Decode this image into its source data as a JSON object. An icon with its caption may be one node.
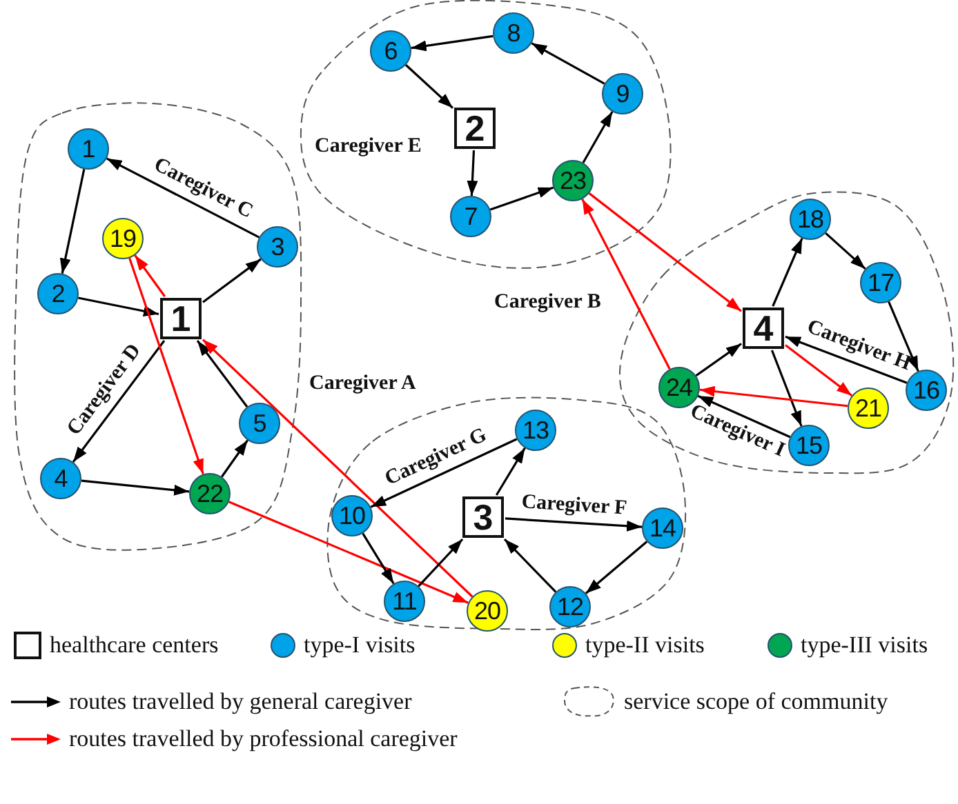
{
  "diagram": {
    "nodes": [
      {
        "text": [],
        "shape": "blob"
      },
      {
        "text": [
          "1"
        ],
        "in": 0
      },
      {
        "text": [
          "19"
        ],
        "in": 0
      },
      {
        "text": [
          "3"
        ],
        "in": 0
      },
      {
        "text": [
          "2"
        ],
        "in": 0
      },
      {
        "text": [
          "1"
        ],
        "in": 0
      },
      {
        "text": [
          "5"
        ],
        "in": 0
      },
      {
        "text": [
          "4"
        ],
        "in": 0
      },
      {
        "text": [
          "22"
        ],
        "in": 0
      },
      {
        "text": [],
        "shape": "blob"
      },
      {
        "text": [
          "6"
        ],
        "in": 9
      },
      {
        "text": [
          "8"
        ],
        "in": 9
      },
      {
        "text": [
          "2"
        ],
        "in": 9
      },
      {
        "text": [
          "9"
        ],
        "in": 9
      },
      {
        "text": [
          "23"
        ],
        "in": 9
      },
      {
        "text": [
          "7"
        ],
        "in": 9
      },
      {
        "text": [],
        "shape": "blob"
      },
      {
        "text": [
          "18"
        ],
        "in": 16
      },
      {
        "text": [
          "17"
        ],
        "in": 16
      },
      {
        "text": [
          "4"
        ],
        "in": 16
      },
      {
        "text": [
          "24"
        ],
        "in": 16
      },
      {
        "text": [
          "16"
        ],
        "in": 16
      },
      {
        "text": [
          "21"
        ],
        "in": 16
      },
      {
        "text": [
          "15"
        ],
        "in": 16
      },
      {
        "text": [],
        "shape": "blob"
      },
      {
        "text": [
          "13"
        ],
        "in": 24
      },
      {
        "text": [
          "10"
        ],
        "in": 24
      },
      {
        "text": [
          "3"
        ],
        "in": 24
      },
      {
        "text": [
          "14"
        ],
        "in": 24
      },
      {
        "text": [
          "11"
        ],
        "in": 24
      },
      {
        "text": [
          "20"
        ],
        "in": 24
      },
      {
        "text": [
          "12"
        ],
        "in": 24
      }
    ],
    "edges": [
      {
        "from": 1,
        "to": 4,
        "arrow": "to"
      },
      {
        "from": 4,
        "to": 5,
        "arrow": "to"
      },
      {
        "from": 5,
        "to": 3,
        "arrow": "to"
      },
      {
        "from": 3,
        "to": 1,
        "arrow": "to",
        "label": "Caregiver C"
      },
      {
        "from": 5,
        "to": 7,
        "arrow": "to",
        "label": "Caregiver D"
      },
      {
        "from": 7,
        "to": 8,
        "arrow": "to"
      },
      {
        "from": 8,
        "to": 6,
        "arrow": "to"
      },
      {
        "from": 6,
        "to": 5,
        "arrow": "to"
      },
      {
        "from": 5,
        "to": 2,
        "arrow": "to",
        "color": "#ff0000"
      },
      {
        "from": 2,
        "to": 8,
        "arrow": "to",
        "color": "#ff0000"
      },
      {
        "from": 8,
        "to": 30,
        "arrow": "to",
        "color": "#ff0000"
      },
      {
        "from": 30,
        "to": 5,
        "arrow": "to",
        "color": "#ff0000"
      },
      {
        "from": 11,
        "to": 10,
        "arrow": "to"
      },
      {
        "from": 10,
        "to": 12,
        "arrow": "to"
      },
      {
        "from": 12,
        "to": 15,
        "arrow": "to"
      },
      {
        "from": 15,
        "to": 14,
        "arrow": "to"
      },
      {
        "from": 14,
        "to": 13,
        "arrow": "to"
      },
      {
        "from": 13,
        "to": 11,
        "arrow": "to"
      },
      {
        "from": 14,
        "to": 19,
        "arrow": "to",
        "color": "#ff0000"
      },
      {
        "from": 20,
        "to": 14,
        "arrow": "to",
        "color": "#ff0000"
      },
      {
        "from": 19,
        "to": 17,
        "arrow": "to"
      },
      {
        "from": 17,
        "to": 18,
        "arrow": "to"
      },
      {
        "from": 18,
        "to": 21,
        "arrow": "to"
      },
      {
        "from": 21,
        "to": 19,
        "arrow": "to",
        "label": "Caregiver H"
      },
      {
        "from": 19,
        "to": 23,
        "arrow": "to"
      },
      {
        "from": 23,
        "to": 20,
        "arrow": "to",
        "label": "Caregiver I"
      },
      {
        "from": 20,
        "to": 19,
        "arrow": "to"
      },
      {
        "from": 19,
        "to": 22,
        "arrow": "to",
        "color": "#ff0000"
      },
      {
        "from": 22,
        "to": 20,
        "arrow": "to",
        "color": "#ff0000"
      },
      {
        "from": 27,
        "to": 25,
        "arrow": "to"
      },
      {
        "from": 25,
        "to": 26,
        "arrow": "to",
        "label": "Caregiver G"
      },
      {
        "from": 26,
        "to": 29,
        "arrow": "to"
      },
      {
        "from": 29,
        "to": 27,
        "arrow": "to"
      },
      {
        "from": 27,
        "to": 28,
        "arrow": "to",
        "label": "Caregiver F"
      },
      {
        "from": 28,
        "to": 31,
        "arrow": "to"
      },
      {
        "from": 31,
        "to": 27,
        "arrow": "to"
      }
    ],
    "labels": [
      "Caregiver E",
      "Caregiver B",
      "Caregiver A"
    ],
    "legend": [
      {
        "text": "healthcare centers"
      },
      {
        "text": "type-I visits",
        "color": "#00a2e8"
      },
      {
        "text": "type-II visits",
        "color": "#ffff00"
      },
      {
        "text": "type-III visits",
        "color": "#00a651"
      },
      {
        "text": "routes travelled by general caregiver"
      },
      {
        "text": "service scope of community"
      },
      {
        "text": "routes travelled by professional caregiver"
      }
    ]
  }
}
